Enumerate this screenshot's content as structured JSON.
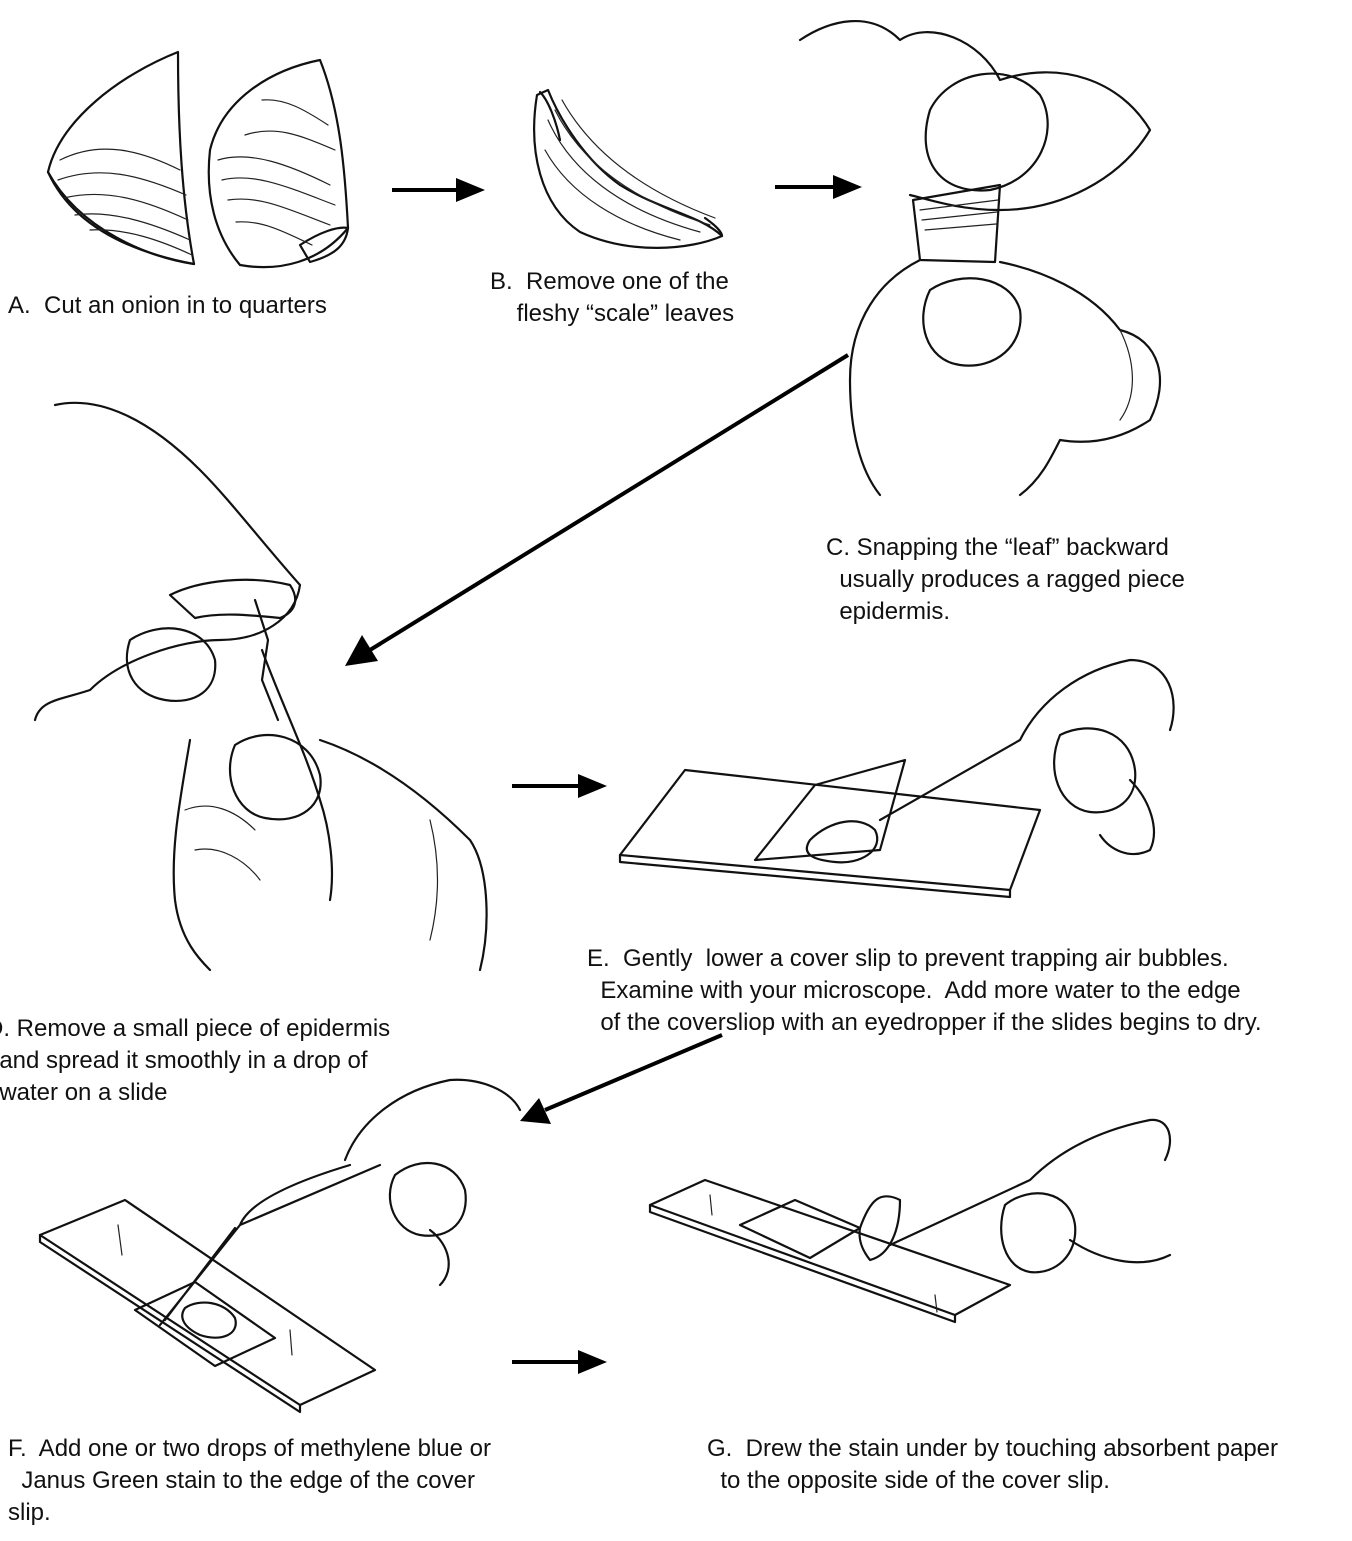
{
  "steps": [
    {
      "letter": "A",
      "caption": "A.  Cut an onion in to quarters"
    },
    {
      "letter": "B",
      "caption": "B.  Remove one of the\n    fleshy “scale” leaves"
    },
    {
      "letter": "C",
      "caption": "C. Snapping the “leaf” backward\n  usually produces a ragged piece\n  epidermis."
    },
    {
      "letter": "D",
      "caption": "D. Remove a small piece of epidermis\n  and spread it smoothly in a drop of\n  water on a slide"
    },
    {
      "letter": "E",
      "caption": "E.  Gently  lower a cover slip to prevent trapping air bubbles.\n  Examine with your microscope.  Add more water to the edge\n  of the coversliop with an eyedropper if the slides begins to dry."
    },
    {
      "letter": "F",
      "caption": "F.  Add one or two drops of methylene blue or\n  Janus Green stain to the edge of the cover\nslip."
    },
    {
      "letter": "G",
      "caption": "G.  Drew the stain under by touching absorbent paper\n  to the opposite side of the cover slip."
    }
  ]
}
